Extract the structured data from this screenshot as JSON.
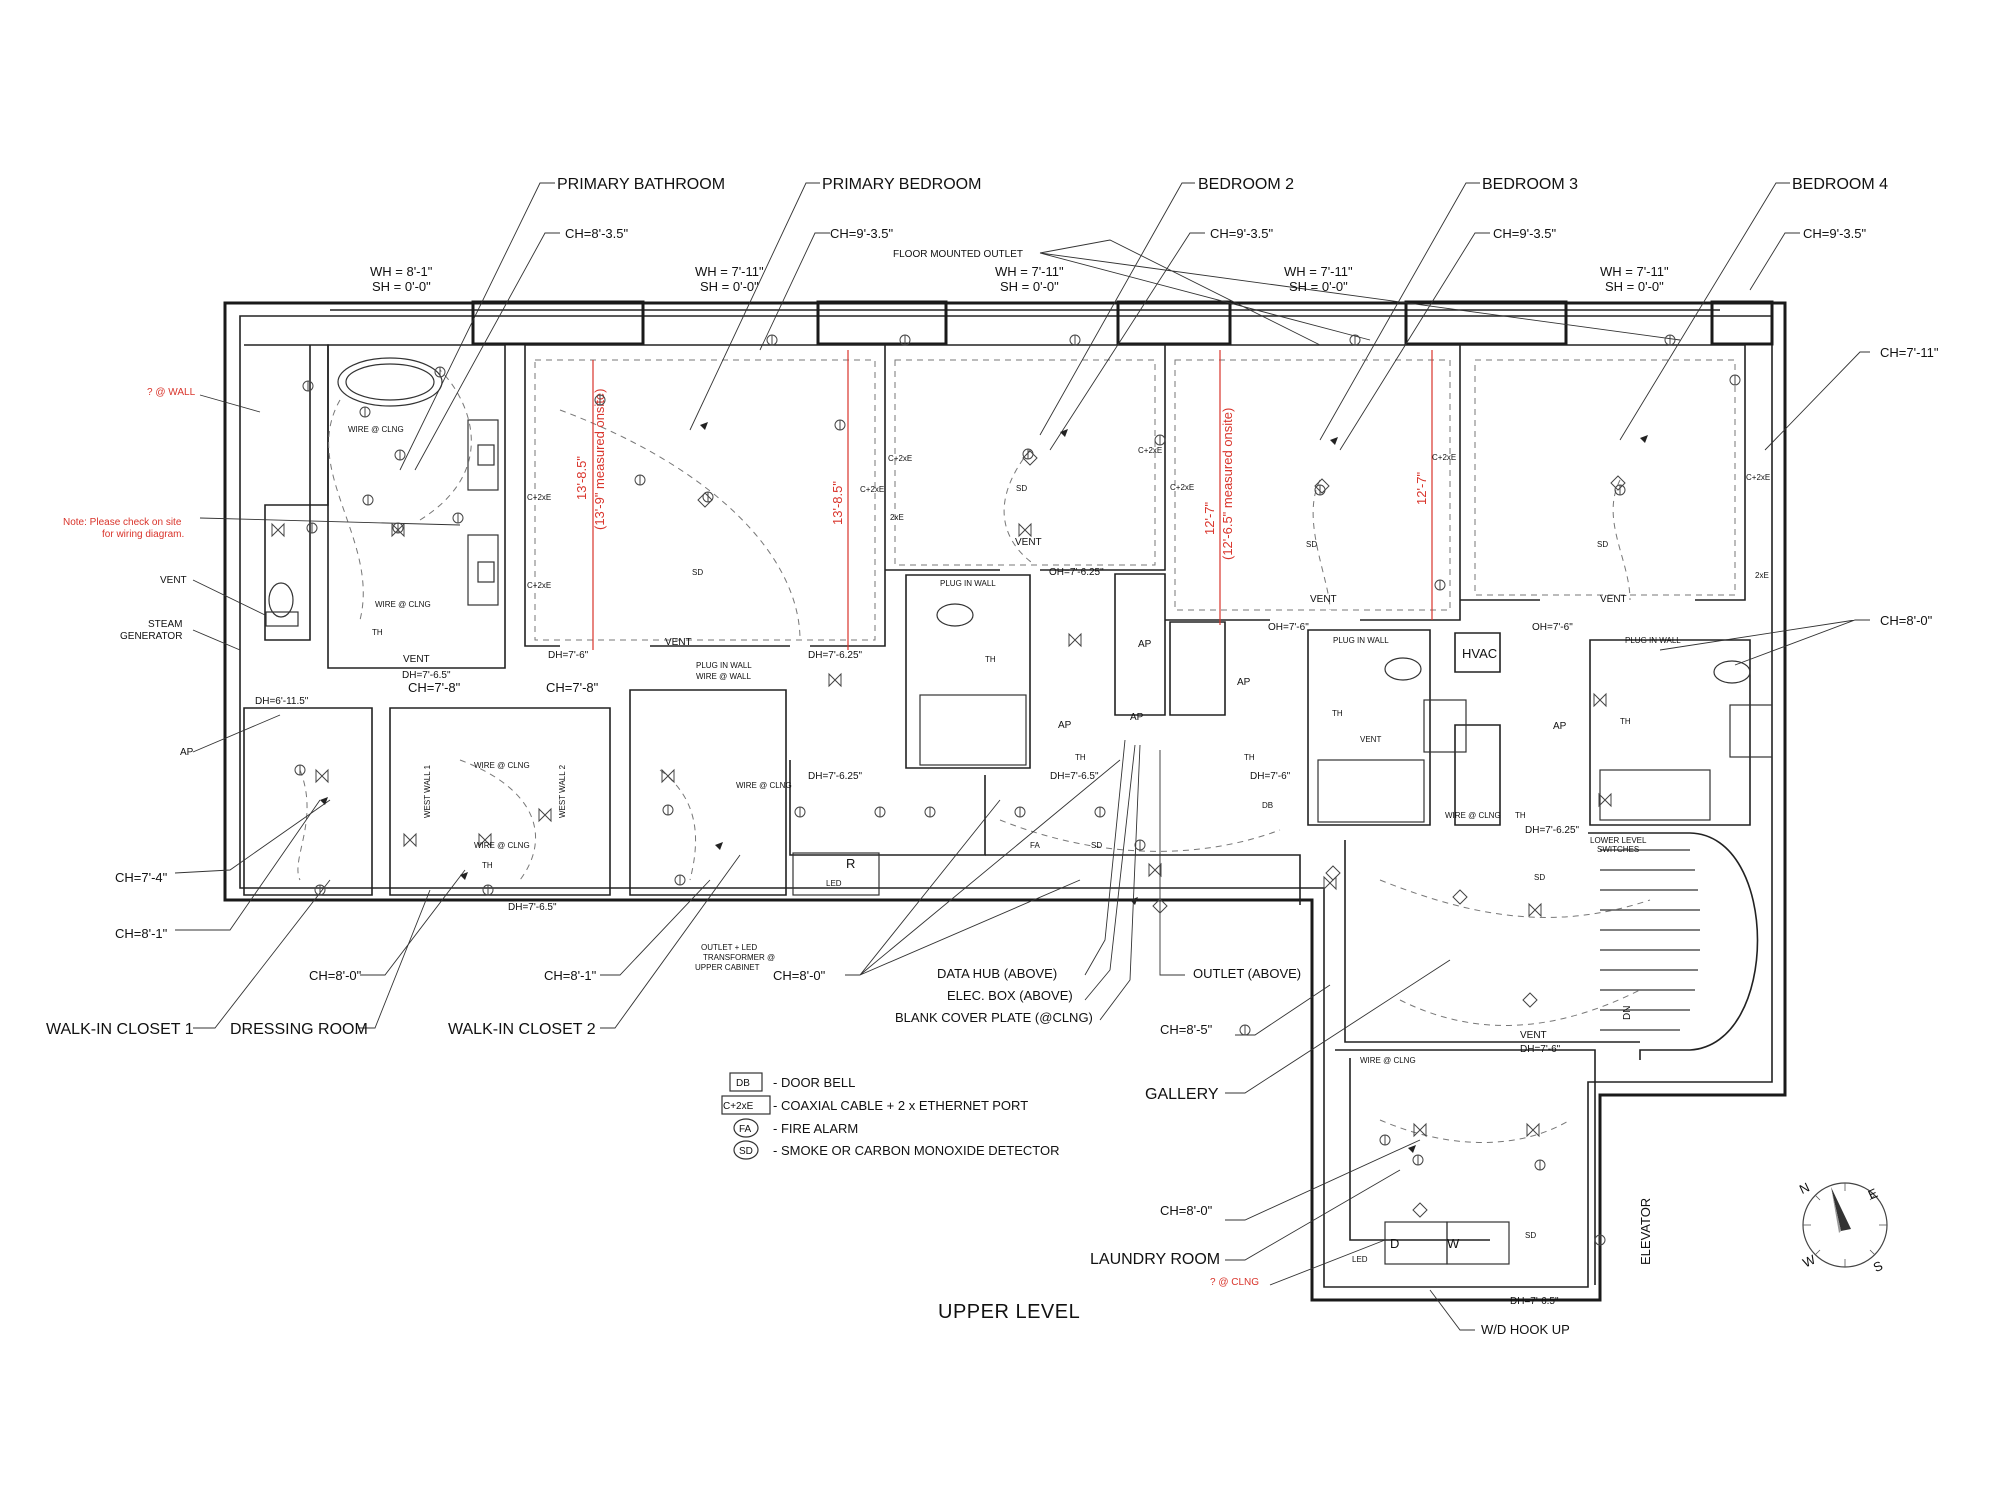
{
  "title": "UPPER LEVEL",
  "room_labels": [
    {
      "text": "PRIMARY BATHROOM"
    },
    {
      "text": "PRIMARY BEDROOM"
    },
    {
      "text": "BEDROOM 2"
    },
    {
      "text": "BEDROOM 3"
    },
    {
      "text": "BEDROOM 4"
    },
    {
      "text": "WALK-IN CLOSET 1"
    },
    {
      "text": "DRESSING ROOM"
    },
    {
      "text": "WALK-IN CLOSET 2"
    },
    {
      "text": "GALLERY"
    },
    {
      "text": "LAUNDRY ROOM"
    },
    {
      "text": "ELEVATOR"
    }
  ],
  "ceiling_heights": [
    "CH=8'-3.5\"",
    "CH=9'-3.5\"",
    "CH=9'-3.5\"",
    "CH=9'-3.5\"",
    "CH=9'-3.5\"",
    "CH=7'-11\"",
    "CH=8'-0\"",
    "CH=7'-4\"",
    "CH=8'-1\"",
    "CH=8'-0\"",
    "CH=8'-1\"",
    "CH=8'-0\"",
    "CH=8'-5\"",
    "CH=8'-0\"",
    "CH=7'-8\"",
    "CH=7'-8\""
  ],
  "window_heights": [
    {
      "wh": "WH = 8'-1\"",
      "sh": "SH = 0'-0\""
    },
    {
      "wh": "WH = 7'-11\"",
      "sh": "SH = 0'-0\""
    },
    {
      "wh": "WH = 7'-11\"",
      "sh": "SH = 0'-0\""
    },
    {
      "wh": "WH = 7'-11\"",
      "sh": "SH = 0'-0\""
    },
    {
      "wh": "WH = 7'-11\"",
      "sh": "SH = 0'-0\""
    }
  ],
  "red_dims": [
    "13'-8.5\"",
    "(13'-9\" measured onsite)",
    "13'-8.5\"",
    "12'-7\"",
    "(12'-6.5\" measured onsite)",
    "12'-7\""
  ],
  "notes": {
    "wall": "? @ WALL",
    "note1": "Note: Please check on site",
    "note2": "for wiring diagram.",
    "clng": "? @ CLNG",
    "floor_outlet": "FLOOR MOUNTED OUTLET"
  },
  "callouts": [
    "VENT",
    "STEAM",
    "GENERATOR",
    "AP",
    "DATA HUB (ABOVE)",
    "ELEC. BOX (ABOVE)",
    "BLANK COVER PLATE (@CLNG)",
    "OUTLET (ABOVE)",
    "W/D HOOK UP",
    "OUTLET + LED",
    "TRANSFORMER @",
    "UPPER CABINET",
    "LOWER LEVEL",
    "SWITCHES",
    "DN",
    "HVAC"
  ],
  "door_heights": [
    "DH=7'-6.5\"",
    "DH=7'-6\"",
    "DH=6'-11.5\"",
    "DH=7'-6.5\"",
    "DH=7'-6.25\"",
    "DH=7'-6.25\"",
    "DH=7'-6.5\"",
    "DH=7'-6\"",
    "DH=7'-6.25\"",
    "DH=7'-6\"",
    "DH=7'-6.5\"",
    "OH=7'-6.25\"",
    "OH=7'-6\"",
    "OH=7'-6\""
  ],
  "misc_labels": [
    "WIRE @ CLNG",
    "WIRE @ CLNG",
    "WIRE @ CLNG",
    "WIRE @ CLNG",
    "WIRE @ CLNG",
    "WIRE @ CLNG",
    "WIRE @ CLNG",
    "PLUG IN WALL",
    "PLUG IN WALL",
    "PLUG IN WALL",
    "PLUG IN WALL",
    "WIRE @ WALL",
    "WEST WALL 1",
    "WEST WALL 2",
    "VENT",
    "VENT",
    "VENT",
    "VENT",
    "VENT",
    "VENT",
    "VENT",
    "TH",
    "TH",
    "TH",
    "TH",
    "TH",
    "TH",
    "TH",
    "TH",
    "SD",
    "SD",
    "SD",
    "SD",
    "SD",
    "SD",
    "SD",
    "AP",
    "AP",
    "AP",
    "AP",
    "AP",
    "R",
    "LED",
    "LED",
    "D",
    "W",
    "DB",
    "FA",
    "2xE",
    "2xE",
    "C+2xE",
    "C+2xE",
    "C+2xE",
    "C+2xE",
    "C+2xE",
    "C+2xE",
    "C+2xE",
    "C+2xE"
  ],
  "legend": [
    {
      "symbol": "DB",
      "text": "- DOOR BELL"
    },
    {
      "symbol": "C+2xE",
      "text": "- COAXIAL CABLE + 2 x ETHERNET PORT"
    },
    {
      "symbol": "FA",
      "text": "- FIRE ALARM"
    },
    {
      "symbol": "SD",
      "text": "- SMOKE OR CARBON MONOXIDE DETECTOR"
    }
  ],
  "compass": {
    "N": "N",
    "E": "E",
    "S": "S",
    "W": "W"
  }
}
